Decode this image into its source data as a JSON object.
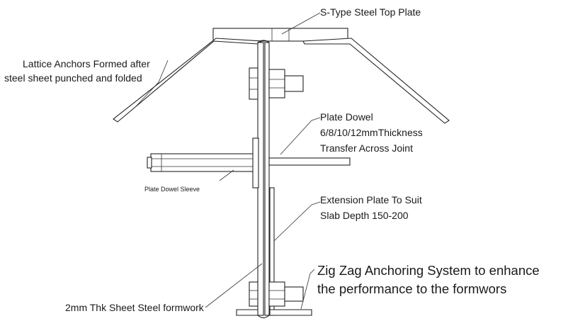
{
  "diagram": {
    "labels": {
      "top_plate": "S-Type Steel Top Plate",
      "lattice_line1": "Lattice Anchors Formed after",
      "lattice_line2": "steel sheet punched and folded",
      "dowel_line1": "Plate Dowel",
      "dowel_line2": "6/8/10/12mmThickness",
      "dowel_line3": "Transfer Across Joint",
      "sleeve": "Plate Dowel Sleeve",
      "extension_line1": "Extension Plate To Suit",
      "extension_line2": "Slab Depth 150-200",
      "zigzag_line1": "Zig Zag Anchoring System to enhance",
      "zigzag_line2": "the performance to the formwors",
      "sheet": "2mm Thk Sheet Steel formwork"
    }
  }
}
